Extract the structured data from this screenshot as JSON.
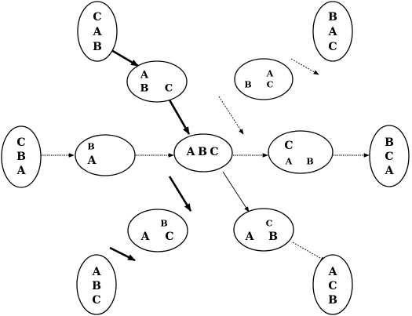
{
  "nodes": {
    "cab_vertical": {
      "labels": [
        "C",
        "A",
        "B"
      ]
    },
    "ab_c": {
      "labels": [
        "A",
        "B",
        "C"
      ]
    },
    "b_ac": {
      "labels": [
        "A",
        "B",
        "C"
      ]
    },
    "bac_vertical": {
      "labels": [
        "B",
        "A",
        "C"
      ]
    },
    "cba_vertical": {
      "labels": [
        "C",
        "B",
        "A"
      ]
    },
    "ba_stack": {
      "labels": [
        "B",
        "A"
      ]
    },
    "abc_row": {
      "labels": [
        "A",
        "B",
        "C"
      ]
    },
    "c_ab": {
      "labels": [
        "C",
        "A",
        "B"
      ]
    },
    "bca_vertical": {
      "labels": [
        "B",
        "C",
        "A"
      ]
    },
    "a_bc_left": {
      "labels": [
        "B",
        "A",
        "C"
      ]
    },
    "a_cb_right": {
      "labels": [
        "C",
        "A",
        "B"
      ]
    },
    "abc_vertical": {
      "labels": [
        "A",
        "B",
        "C"
      ]
    },
    "acb_vertical": {
      "labels": [
        "A",
        "C",
        "B"
      ]
    }
  }
}
